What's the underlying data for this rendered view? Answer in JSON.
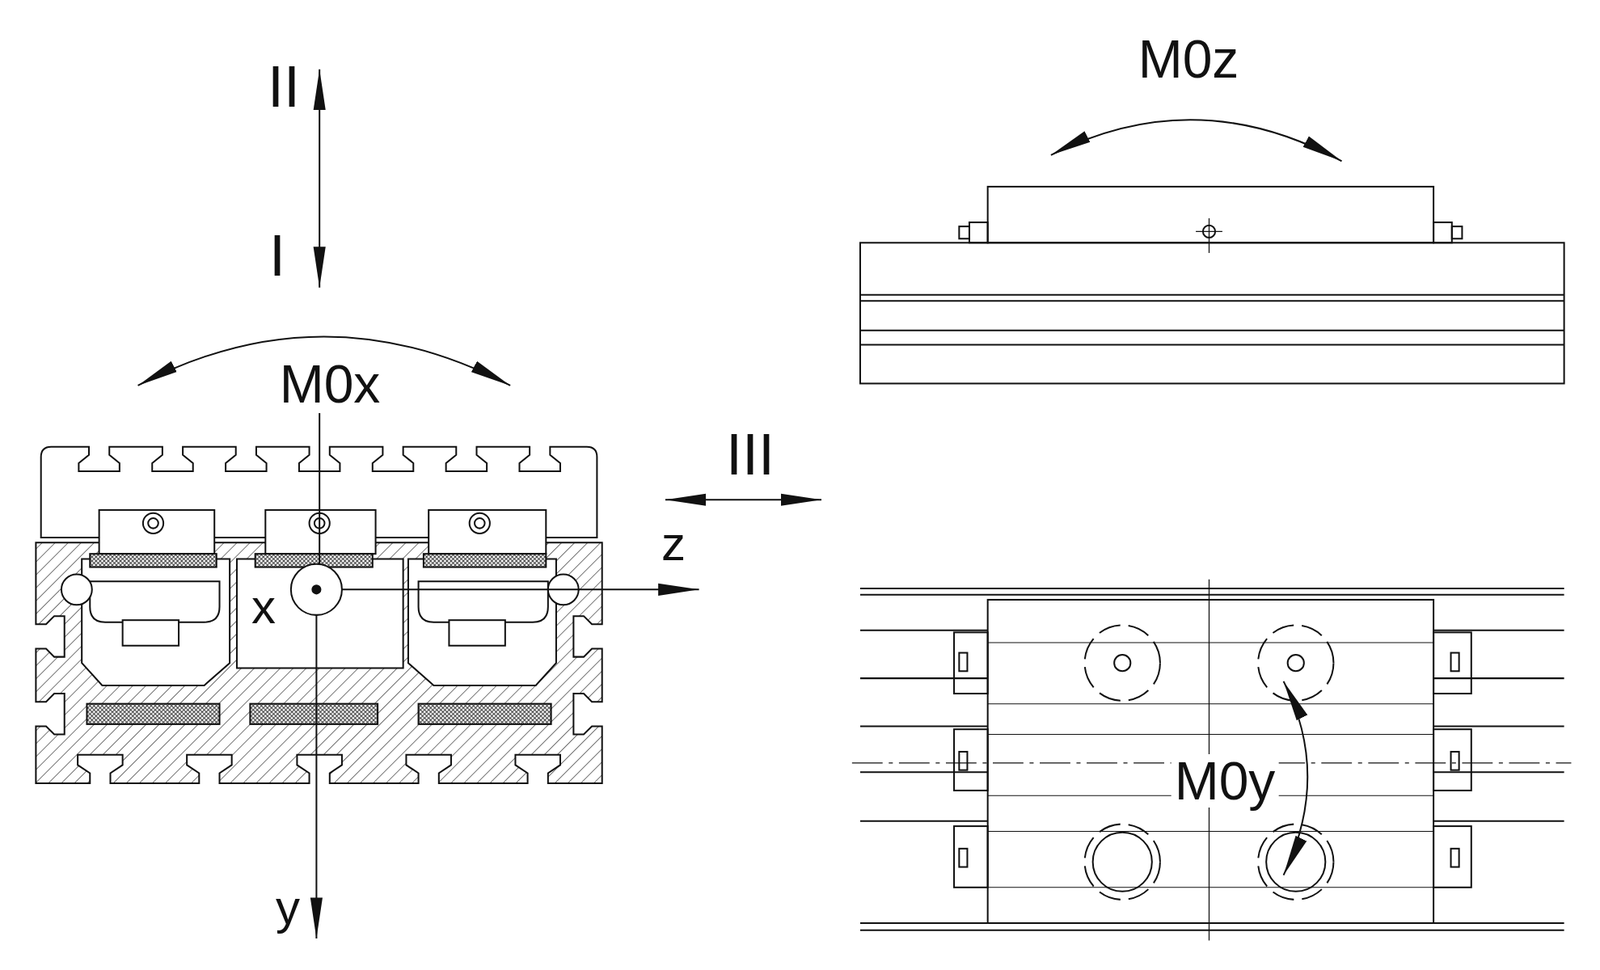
{
  "diagram": {
    "labels": [
      "II",
      "I",
      "M0x",
      "III",
      "z",
      "x",
      "y",
      "M0z",
      "M0y"
    ]
  }
}
